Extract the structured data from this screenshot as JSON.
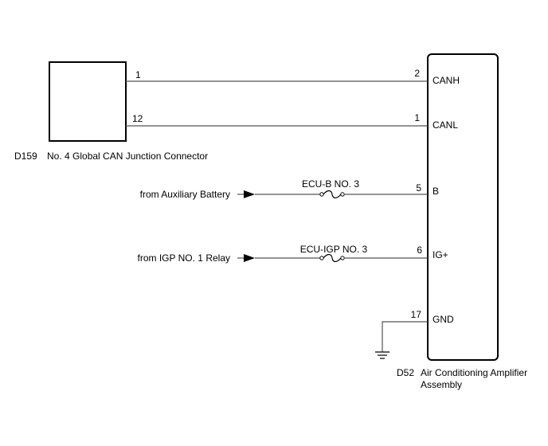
{
  "junction_connector": {
    "code": "D159",
    "name": "No. 4 Global CAN Junction Connector",
    "pins": {
      "canh": "1",
      "canl": "12"
    }
  },
  "amplifier": {
    "code": "D52",
    "name_line1": "Air Conditioning Amplifier",
    "name_line2": "Assembly",
    "pins": [
      {
        "num": "2",
        "signal": "CANH"
      },
      {
        "num": "1",
        "signal": "CANL"
      },
      {
        "num": "5",
        "signal": "B"
      },
      {
        "num": "6",
        "signal": "IG+"
      },
      {
        "num": "17",
        "signal": "GND"
      }
    ]
  },
  "sources": [
    {
      "label": "from Auxiliary Battery",
      "fuse": "ECU-B NO. 3"
    },
    {
      "label": "from IGP NO. 1 Relay",
      "fuse": "ECU-IGP NO. 3"
    }
  ]
}
